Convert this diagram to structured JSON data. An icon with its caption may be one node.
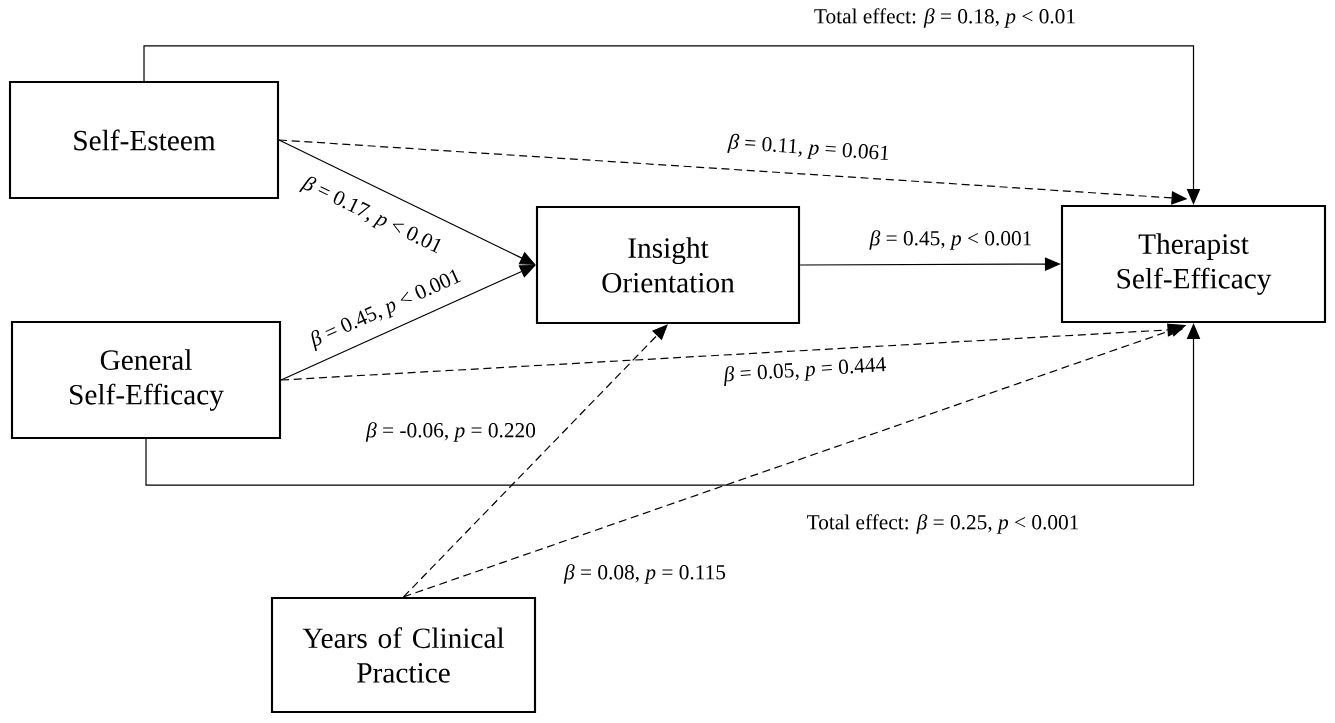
{
  "diagram": {
    "nodes": [
      {
        "text": [
          "Self-Esteem"
        ]
      },
      {
        "text": [
          "Insight Orientation"
        ]
      },
      {
        "text": [
          "Therapist Self-Efficacy"
        ]
      },
      {
        "text": [
          "General Self-Efficacy"
        ]
      },
      {
        "text": [
          "Years of Clinical Practice"
        ]
      }
    ],
    "edges": [
      {
        "from": 0,
        "to": 2,
        "arrow": "to",
        "label": "Total effect: *β* = 0.18, *p* < 0.01"
      },
      {
        "from": 0,
        "to": 2,
        "arrow": "to",
        "style": "dashed",
        "label": "*β* = 0.11, *p* = 0.061"
      },
      {
        "from": 0,
        "to": 1,
        "arrow": "to",
        "label": "*β* = 0.17, *p* < 0.01"
      },
      {
        "from": 3,
        "to": 1,
        "arrow": "to",
        "label": "*β* = 0.45, *p* < 0.001"
      },
      {
        "from": 1,
        "to": 2,
        "arrow": "to",
        "label": "*β* = 0.45, *p* < 0.001"
      },
      {
        "from": 3,
        "to": 2,
        "arrow": "to",
        "style": "dashed",
        "label": "*β* = 0.05, *p* = 0.444"
      },
      {
        "from": 3,
        "to": 2,
        "arrow": "to",
        "label": "Total effect: *β* = 0.25, *p* < 0.001"
      },
      {
        "from": 4,
        "to": 1,
        "arrow": "to",
        "style": "dashed",
        "label": "*β* = -0.06, *p* = 0.220"
      },
      {
        "from": 4,
        "to": 2,
        "arrow": "to",
        "style": "dashed",
        "label": "*β* = 0.08, *p* = 0.115"
      }
    ]
  }
}
